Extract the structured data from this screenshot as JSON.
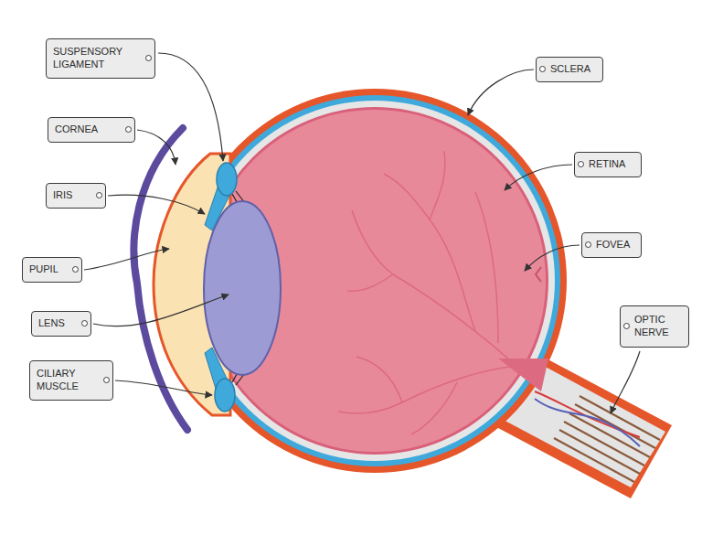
{
  "diagram": {
    "nodes": [
      {
        "text": [
          "SUSPENSORY LIGAMENT"
        ]
      },
      {
        "text": [
          "CORNEA"
        ]
      },
      {
        "text": [
          "IRIS"
        ]
      },
      {
        "text": [
          "PUPIL"
        ]
      },
      {
        "text": [
          "LENS"
        ]
      },
      {
        "text": [
          "CILIARY MUSCLE"
        ]
      },
      {
        "text": [
          "SCLERA"
        ]
      },
      {
        "text": [
          "RETINA"
        ]
      },
      {
        "text": [
          "FOVEA"
        ]
      },
      {
        "text": [
          "OPTIC NERVE"
        ]
      }
    ]
  }
}
